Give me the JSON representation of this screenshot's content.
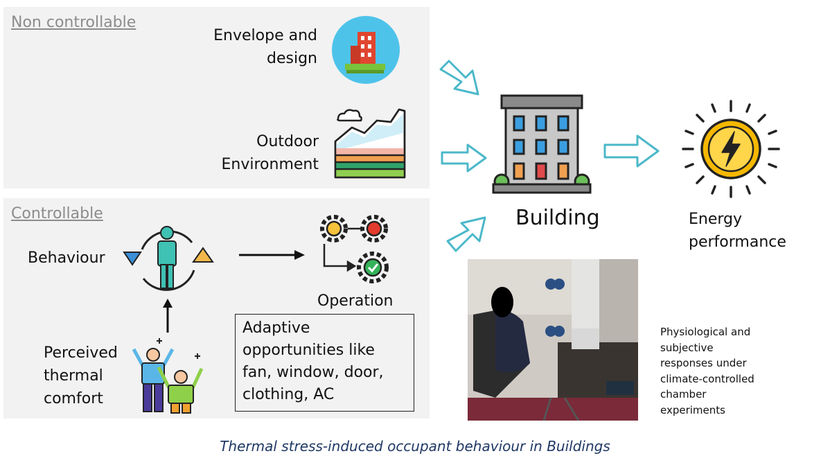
{
  "non_controllable": {
    "heading": "Non controllable",
    "envelope_label": [
      "Envelope and",
      "design"
    ],
    "outdoor_label": [
      "Outdoor",
      "Environment"
    ]
  },
  "controllable": {
    "heading": "Controllable",
    "behaviour_label": "Behaviour",
    "operation_label": "Operation",
    "perceived_label": [
      "Perceived",
      "thermal",
      "comfort"
    ],
    "adaptive_label": [
      "Adaptive",
      "opportunities like",
      "fan, window, door,",
      "clothing, AC"
    ]
  },
  "building_label": "Building",
  "energy_label": [
    "Energy",
    "performance"
  ],
  "photo_caption": [
    "Physiological and",
    "subjective",
    "responses under",
    "climate-controlled",
    "chamber",
    "experiments"
  ],
  "caption": "Thermal stress-induced occupant behaviour in Buildings",
  "icons": [
    "envelope-icon",
    "outdoor-landscape-icon",
    "behaviour-person-icon",
    "operation-gears-icon",
    "happy-people-icon",
    "building-icon",
    "energy-sun-icon"
  ],
  "colors": {
    "arrow_outline": "#4bb8c9",
    "sun": "#f5b800",
    "panel": "#f2f2f2",
    "caption": "#1f3864"
  }
}
